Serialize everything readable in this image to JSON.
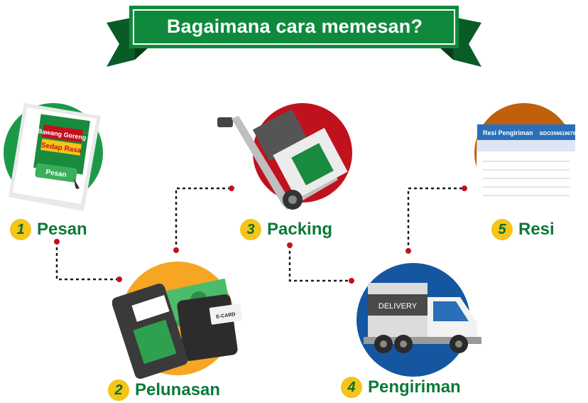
{
  "title": "Bagaimana cara memesan?",
  "colors": {
    "banner": "#0f8a3c",
    "banner_dark": "#0a5c27",
    "step_text": "#0b7a3a",
    "badge": "#f5c518",
    "circle_pesan": "#1a9a48",
    "circle_pelunasan": "#f6a623",
    "circle_packing": "#c0121d",
    "circle_pengiriman": "#1556a0",
    "circle_resi": "#c0600c",
    "connector": "#1a1a1a",
    "connector_dot": "#c0121d"
  },
  "steps": [
    {
      "number": "1",
      "label": "Pesan",
      "icon": "order-bag-icon"
    },
    {
      "number": "2",
      "label": "Pelunasan",
      "icon": "payment-terminal-icon"
    },
    {
      "number": "3",
      "label": "Packing",
      "icon": "hand-truck-icon"
    },
    {
      "number": "4",
      "label": "Pengiriman",
      "icon": "delivery-truck-icon"
    },
    {
      "number": "5",
      "label": "Resi",
      "icon": "receipt-icon"
    }
  ],
  "illustrations": {
    "product_name_1": "Bawang Goreng",
    "product_name_2": "Sedap Rasa",
    "order_button": "Pesan",
    "card_label": "E-CARD",
    "truck_label": "DELIVERY",
    "receipt_title": "Resi Pengiriman",
    "receipt_number": "BDO356619679"
  }
}
